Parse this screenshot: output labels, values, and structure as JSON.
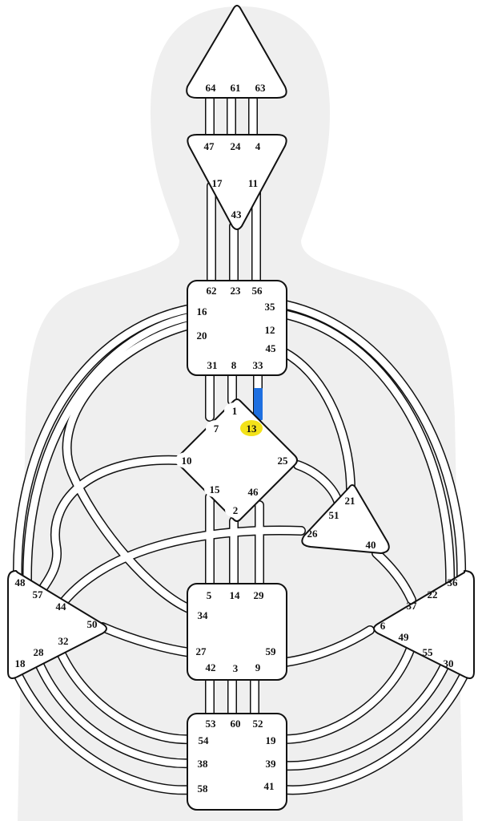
{
  "colors": {
    "silhouette": "#efefef",
    "defined_center": "#22c97a",
    "active_gate": "#f3e21a",
    "activation_bar": "#1e6fe0",
    "outline": "#111111"
  },
  "centers": {
    "head": {
      "defined": false,
      "gates": [
        "64",
        "61",
        "63"
      ]
    },
    "ajna": {
      "defined": false,
      "gates": [
        "47",
        "24",
        "4",
        "17",
        "11",
        "43"
      ]
    },
    "throat": {
      "defined": false,
      "gates": [
        "62",
        "23",
        "56",
        "16",
        "35",
        "20",
        "12",
        "45",
        "31",
        "8",
        "33"
      ]
    },
    "g_center": {
      "defined": true,
      "gates": [
        "1",
        "7",
        "13",
        "10",
        "25",
        "15",
        "46",
        "2"
      ],
      "highlighted_gate": "13"
    },
    "heart": {
      "defined": false,
      "gates": [
        "21",
        "51",
        "26",
        "40"
      ]
    },
    "sacral": {
      "defined": false,
      "gates": [
        "5",
        "14",
        "29",
        "34",
        "27",
        "59",
        "42",
        "3",
        "9"
      ]
    },
    "spleen": {
      "defined": false,
      "gates": [
        "48",
        "57",
        "44",
        "50",
        "32",
        "28",
        "18"
      ]
    },
    "solar_plexus": {
      "defined": false,
      "gates": [
        "36",
        "22",
        "37",
        "6",
        "49",
        "55",
        "30"
      ]
    },
    "root": {
      "defined": false,
      "gates": [
        "53",
        "60",
        "52",
        "54",
        "19",
        "38",
        "39",
        "58",
        "41"
      ]
    }
  }
}
